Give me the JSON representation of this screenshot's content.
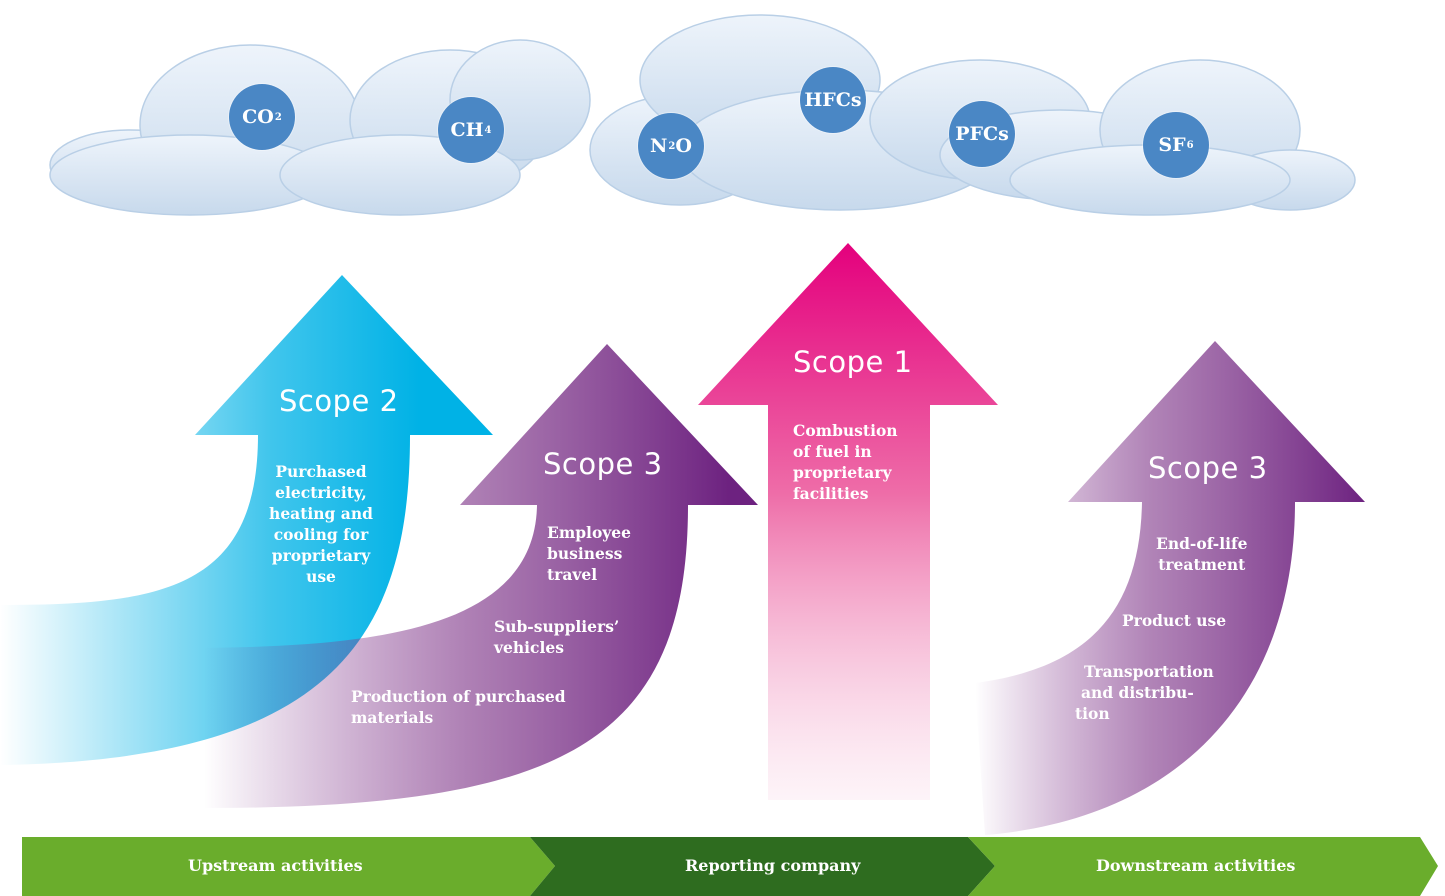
{
  "gases": [
    {
      "base": "CO",
      "sub": "2"
    },
    {
      "base": "CH",
      "sub": "4"
    },
    {
      "base": "N",
      "sub": "2",
      "suffix": "O"
    },
    {
      "base": "HFCs",
      "sub": ""
    },
    {
      "base": "PFCs",
      "sub": ""
    },
    {
      "base": "SF",
      "sub": "6"
    }
  ],
  "scope2": {
    "title": "Scope 2",
    "lines": [
      "Purchased",
      "electricity,",
      "heating and",
      "cooling for",
      "proprietary use"
    ]
  },
  "scope3_upstream": {
    "title": "Scope 3",
    "activity1": [
      "Employee",
      "business",
      "travel"
    ],
    "activity2": [
      "Sub-suppliers’",
      "vehicles"
    ],
    "activity3": [
      "Production of purchased",
      "materials"
    ]
  },
  "scope1": {
    "title": "Scope 1",
    "lines": [
      "Combustion",
      "of fuel in",
      "proprietary",
      "facilities"
    ]
  },
  "scope3_downstream": {
    "title": "Scope 3",
    "activity1": [
      "End-of-life",
      "treatment"
    ],
    "activity2": [
      "Product use"
    ],
    "activity3": [
      "Transportation",
      "and distribu-",
      "tion"
    ]
  },
  "band": {
    "upstream": "Upstream activities",
    "reporting": "Reporting company",
    "downstream": "Downstream activities"
  },
  "colors": {
    "cloud": "#d6e4f2",
    "gas_circle": "#4a87c5",
    "scope2": "#00b2e6",
    "scope3": "#7a2a85",
    "scope1": "#e4007d",
    "band_light": "#6aad2c",
    "band_dark": "#2e6c1f"
  }
}
